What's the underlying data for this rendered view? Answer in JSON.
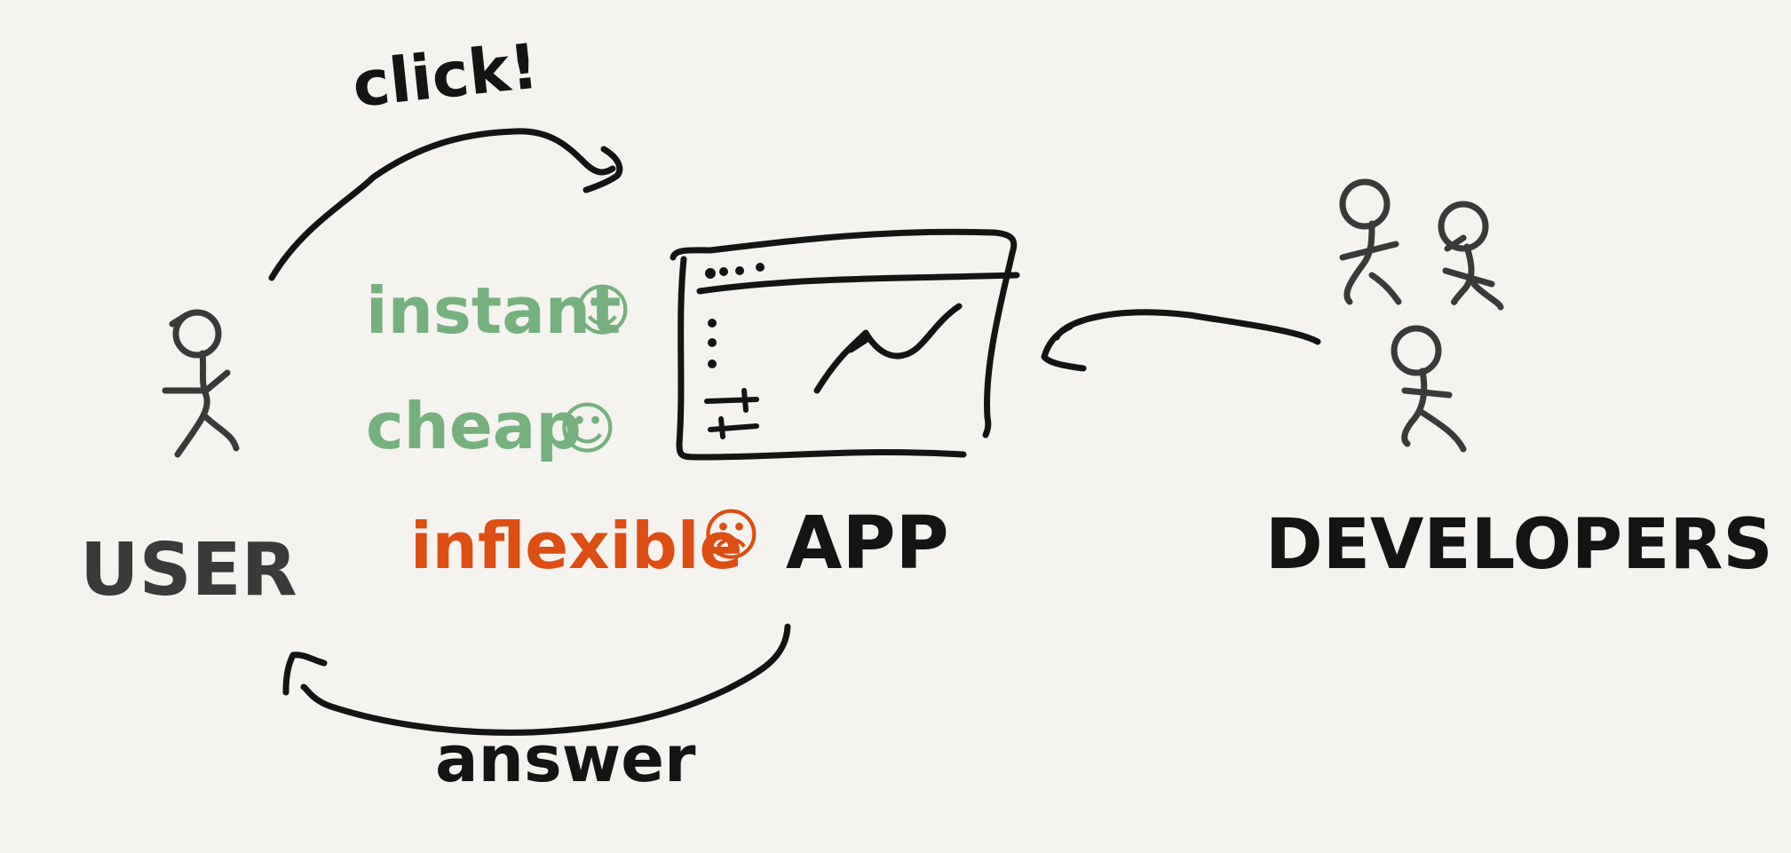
{
  "labels": {
    "click": "click!",
    "answer": "answer",
    "user": "USER",
    "app": "APP",
    "developers": "DEVELOPERS"
  },
  "properties": [
    {
      "text": "instant",
      "emoticon": "☺",
      "color": "#77b07f"
    },
    {
      "text": "cheap",
      "emoticon": "☺",
      "color": "#77b07f"
    },
    {
      "text": "inflexible",
      "emoticon": "☹",
      "color": "#dd4e14"
    }
  ],
  "colors": {
    "ink": "#141414",
    "person": "#3a3a3a",
    "background": "#f4f3ef"
  }
}
